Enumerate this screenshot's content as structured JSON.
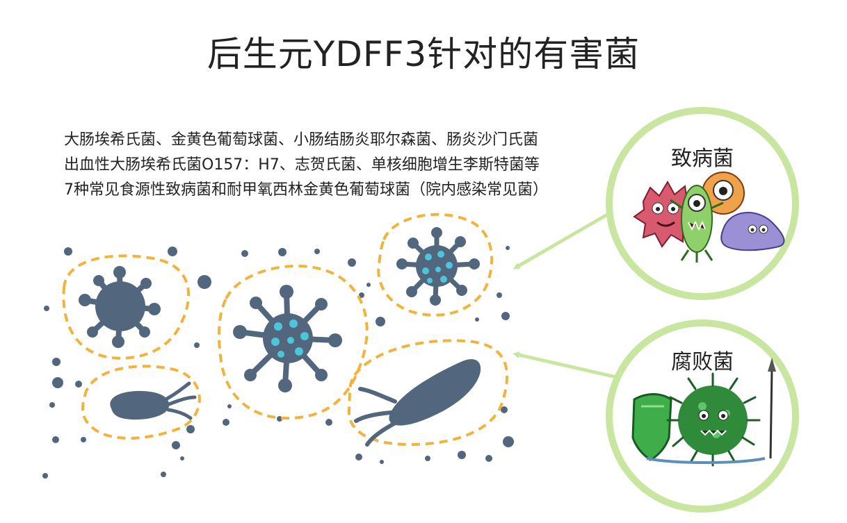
{
  "title": "后生元YDFF3针对的有害菌",
  "description_lines": [
    "大肠埃希氏菌、金黄色葡萄球菌、小肠结肠炎耶尔森菌、肠炎沙门氏菌",
    "出血性大肠埃希氏菌O157：H7、志贺氏菌、单核细胞增生李斯特菌等",
    "7种常见食源性致病菌和耐甲氧西林金黄色葡萄球菌（院内感染常见菌）"
  ],
  "circles": [
    {
      "label": "致病菌",
      "icon": "cartoon-pathogen-group"
    },
    {
      "label": "腐败菌",
      "icon": "cartoon-spoilage-germ"
    }
  ],
  "colors": {
    "microbe": "#52667d",
    "dashed_outline": "#f2b33d",
    "core_dots": "#4cc6d8",
    "circle_ring": "#c8e6a0",
    "arrow": "#c8e6a0"
  }
}
